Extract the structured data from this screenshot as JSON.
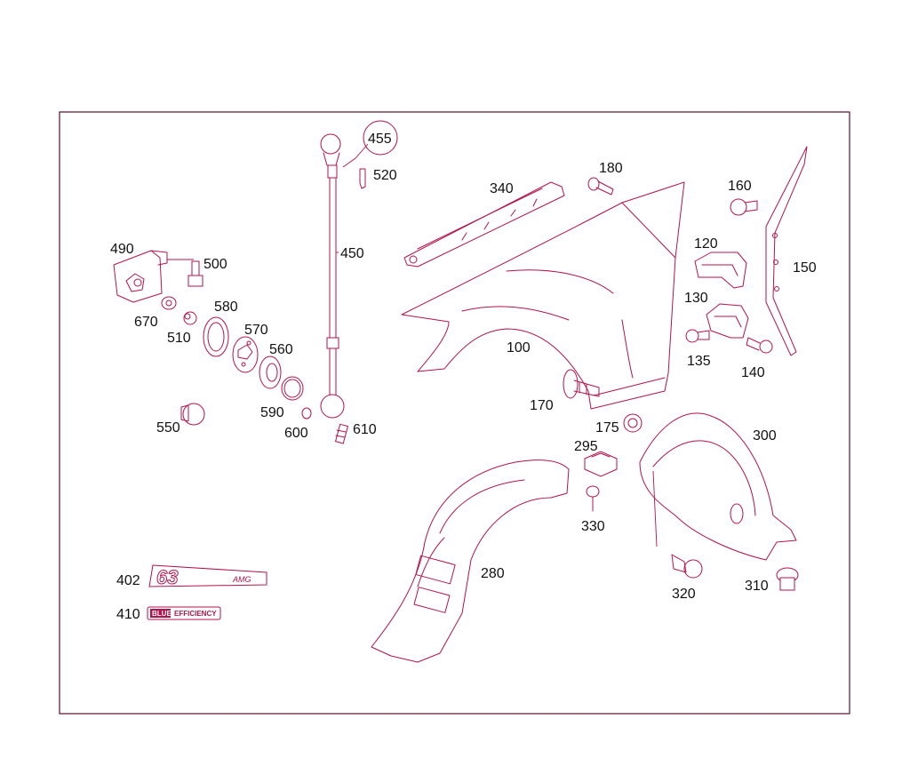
{
  "callouts": {
    "c455": "455",
    "c520": "520",
    "c450": "450",
    "c490": "490",
    "c500": "500",
    "c580": "580",
    "c570": "570",
    "c560": "560",
    "c670": "670",
    "c510": "510",
    "c590": "590",
    "c600": "600",
    "c610": "610",
    "c550": "550",
    "c340": "340",
    "c180": "180",
    "c160": "160",
    "c120": "120",
    "c150": "150",
    "c130": "130",
    "c135": "135",
    "c140": "140",
    "c100": "100",
    "c170": "170",
    "c175": "175",
    "c295": "295",
    "c300": "300",
    "c330": "330",
    "c280": "280",
    "c320": "320",
    "c310": "310",
    "c402": "402",
    "c410": "410"
  },
  "badges": {
    "amg_number": "63",
    "amg_text": "AMG",
    "blue": "BLUE",
    "efficiency": "EFFICIENCY"
  },
  "colors": {
    "line": "#b3134a",
    "frame": "#5a0f24",
    "text": "#111111"
  }
}
